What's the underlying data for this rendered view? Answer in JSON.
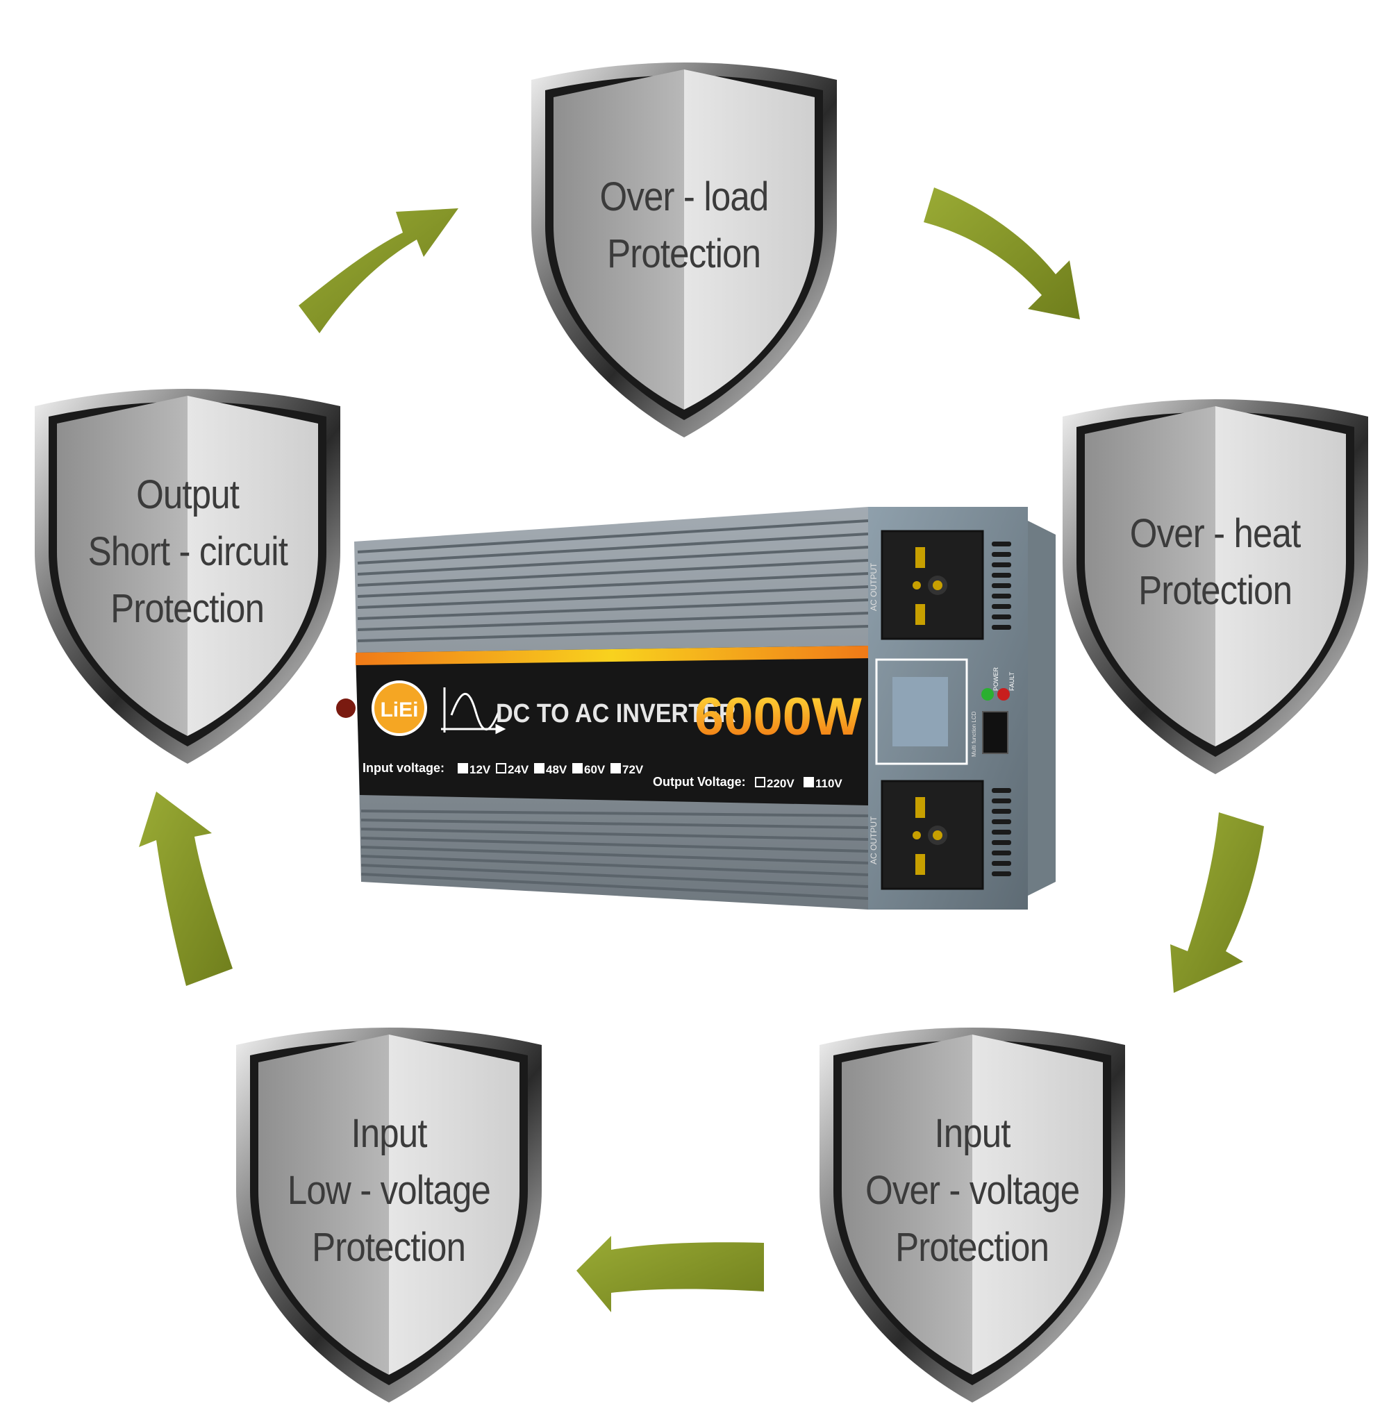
{
  "shields": [
    {
      "id": "over-load",
      "lines": [
        "Over - load",
        "Protection"
      ]
    },
    {
      "id": "over-heat",
      "lines": [
        "Over - heat",
        "Protection"
      ]
    },
    {
      "id": "input-over-voltage",
      "lines": [
        "Input",
        "Over - voltage",
        "Protection"
      ]
    },
    {
      "id": "input-low-voltage",
      "lines": [
        "Input",
        "Low - voltage",
        "Protection"
      ]
    },
    {
      "id": "output-short-circuit",
      "lines": [
        "Output",
        "Short - circuit",
        "Protection"
      ]
    }
  ],
  "inverter": {
    "brand": "LiEi",
    "title": "DC TO AC INVERTER",
    "power": "6000W",
    "input_voltage_label": "Input voltage:",
    "input_voltages": [
      "12V",
      "24V",
      "48V",
      "60V",
      "72V"
    ],
    "input_selected": "24V",
    "output_voltage_label": "Output  Voltage:",
    "output_voltages": [
      "220V",
      "110V"
    ],
    "output_selected": "220V",
    "socket_label": "AC OUTPUT",
    "lcd_label": "Multi function LCD",
    "power_led_label": "POWER",
    "fault_led_label": "FAULT"
  },
  "colors": {
    "arrow": "#8a9a2a",
    "accent_orange": "#f08a1a",
    "accent_yellow": "#f5d020",
    "body": "#8e979e",
    "panel": "#222222",
    "led_power": "#2ab030",
    "led_fault": "#c81e1e"
  }
}
